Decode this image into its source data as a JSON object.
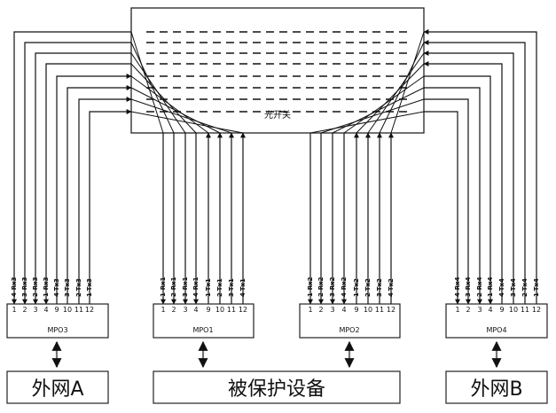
{
  "switch": {
    "label": "光开关"
  },
  "mpo": [
    {
      "id": "mpo3",
      "label": "MPO3",
      "ports": [
        "1",
        "2",
        "3",
        "4",
        "9",
        "10",
        "11",
        "12"
      ],
      "fibers": [
        "4-Rx3",
        "3-Rx3",
        "2-Rx3",
        "1-Rx3",
        "4-Tx3",
        "3-Tx3",
        "2-Tx3",
        "1-Tx3"
      ]
    },
    {
      "id": "mpo1",
      "label": "MPO1",
      "ports": [
        "1",
        "2",
        "3",
        "4",
        "9",
        "10",
        "11",
        "12"
      ],
      "fibers": [
        "1-Rx1",
        "2-Rx1",
        "3-Rx1",
        "4-Rx1",
        "1-Tx1",
        "2-Tx1",
        "3-Tx1",
        "4-Tx1"
      ]
    },
    {
      "id": "mpo2",
      "label": "MPO2",
      "ports": [
        "1",
        "2",
        "3",
        "4",
        "9",
        "10",
        "11",
        "12"
      ],
      "fibers": [
        "1-Rx2",
        "2-Rx2",
        "3-Rx2",
        "4-Rx2",
        "1-Tx2",
        "2-Tx2",
        "3-Tx2",
        "4-Tx2"
      ]
    },
    {
      "id": "mpo4",
      "label": "MPO4",
      "ports": [
        "1",
        "2",
        "3",
        "4",
        "9",
        "10",
        "11",
        "12"
      ],
      "fibers": [
        "4-Rx4",
        "3-Rx4",
        "2-Rx4",
        "1-Rx4",
        "4-Tx4",
        "3-Tx4",
        "2-Tx4",
        "1-Tx4"
      ]
    }
  ],
  "networks": {
    "a": "外网A",
    "protected": "被保护设备",
    "b": "外网B"
  }
}
